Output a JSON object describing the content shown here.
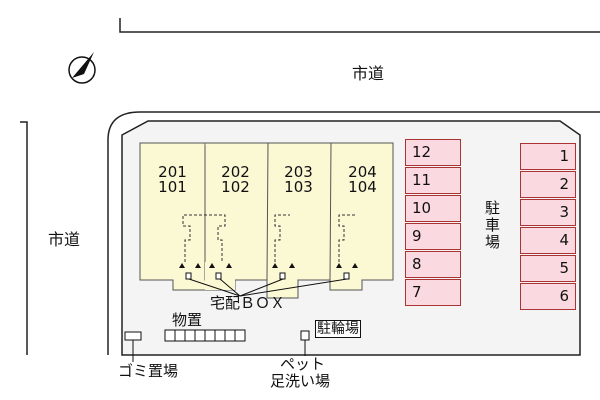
{
  "roads": {
    "top": "市道",
    "left": "市道"
  },
  "compass": {
    "label": "N"
  },
  "units": [
    {
      "upper": "201",
      "lower": "101"
    },
    {
      "upper": "202",
      "lower": "102"
    },
    {
      "upper": "203",
      "lower": "103"
    },
    {
      "upper": "204",
      "lower": "104"
    }
  ],
  "parking_left": [
    "12",
    "11",
    "10",
    "9",
    "8",
    "7"
  ],
  "parking_right": [
    "1",
    "2",
    "3",
    "4",
    "5",
    "6"
  ],
  "labels": {
    "parking": "駐車場",
    "delivery_box": "宅配ＢＯＸ",
    "storage": "物置",
    "bicycle": "駐輪場",
    "garbage": "ゴミ置場",
    "pet_wash_1": "ペット",
    "pet_wash_2": "足洗い場"
  },
  "colors": {
    "building": "#fbf8d4",
    "parking": "#fbd9e0",
    "lot": "#f4f4f4"
  }
}
